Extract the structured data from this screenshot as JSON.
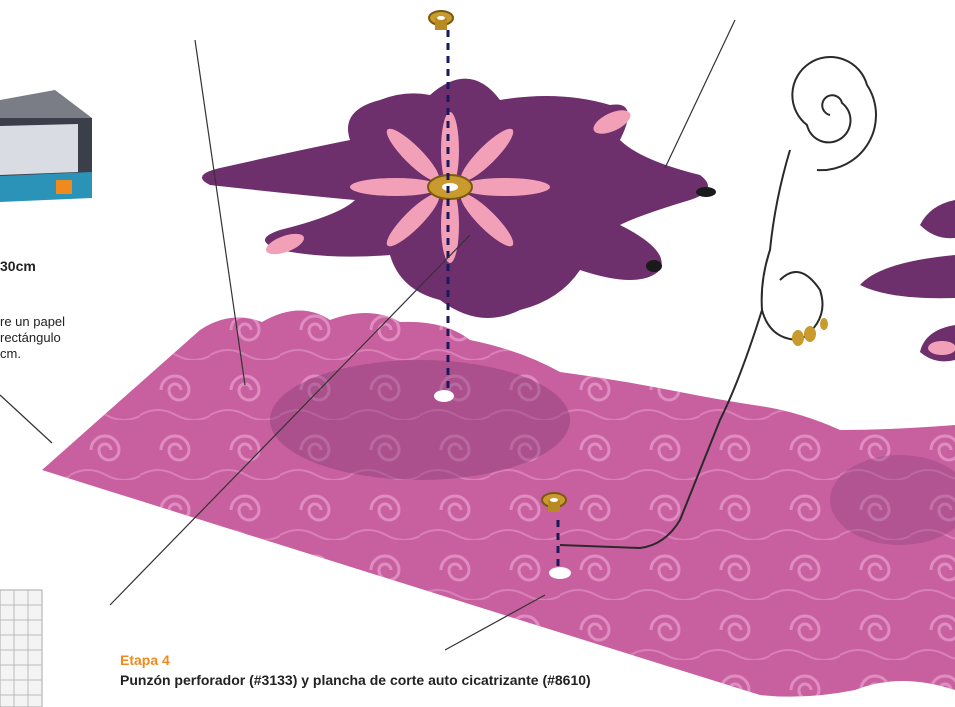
{
  "colors": {
    "felt_pink": "#c8609f",
    "felt_pink_light": "#d873b0",
    "flower_purple": "#6e2f6d",
    "petal_pink": "#f2a0b8",
    "eyelet_gold": "#c99a2e",
    "accent_orange": "#f08a1c",
    "text_dark": "#222222"
  },
  "left_column": {
    "measure_text": "30cm",
    "fragment_lines": [
      "re un papel",
      "rectángulo",
      "cm."
    ]
  },
  "stage": {
    "label": "Etapa 4",
    "caption": "Punzón perforador (#3133) y plancha de corte auto cicatrizante (#8610)"
  },
  "icons": {
    "eyelet": "eyelet-icon",
    "flower": "felt-flower-icon",
    "wire": "spiral-wire-icon",
    "cutter": "paper-cutter-icon",
    "ruler": "grid-ruler-icon"
  }
}
